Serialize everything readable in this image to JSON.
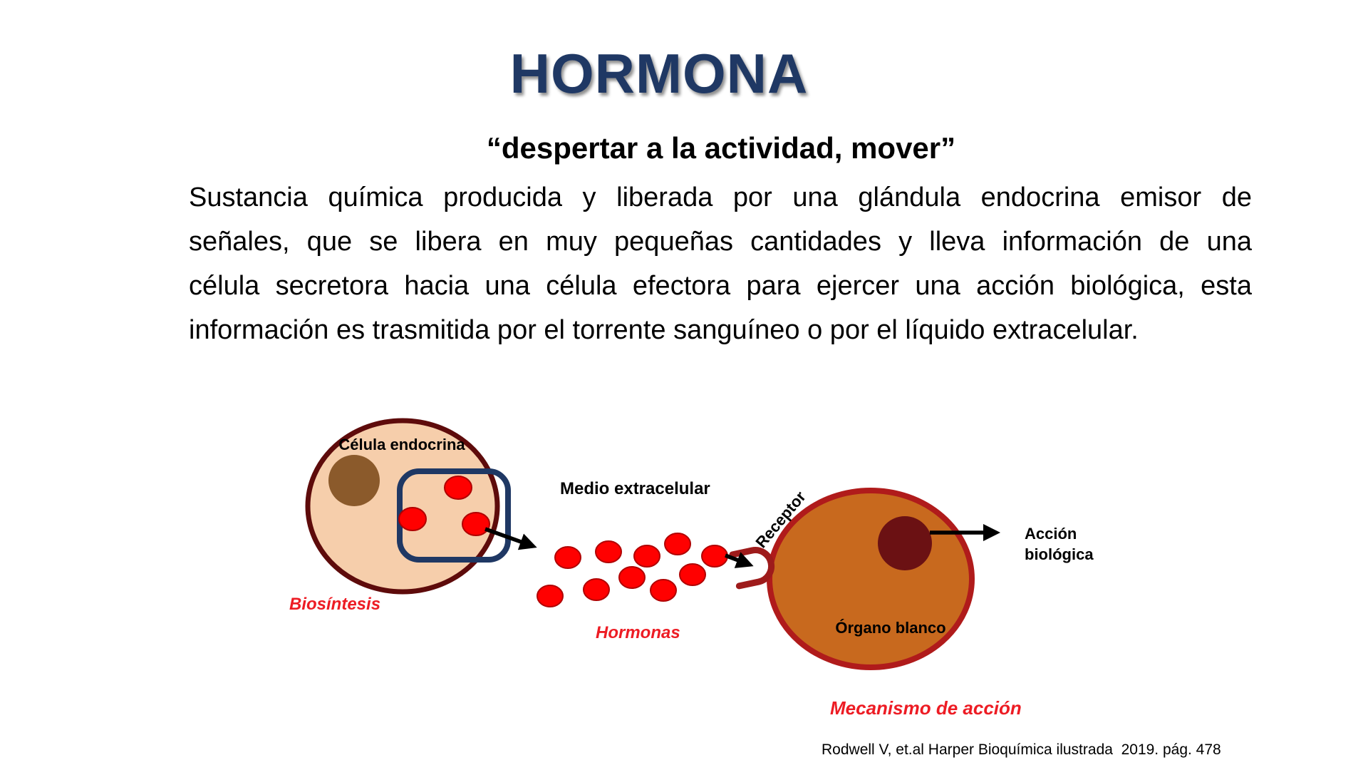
{
  "slide": {
    "title": "HORMONA",
    "subtitle": "“despertar a la actividad, mover”",
    "paragraph_lines": [
      "Sustancia química producida y liberada por una glándula endocrina emisor de",
      "señales, que se libera en muy pequeñas cantidades y lleva información de una",
      "célula secretora hacia una célula efectora para ejercer una acción biológica, esta",
      "información es trasmitida por el torrente sanguíneo o por el líquido extracelular."
    ],
    "citation": "Rodwell V, et.al Harper Bioquímica ilustrada  2019. pág. 478"
  },
  "diagram": {
    "labels": {
      "endocrine_cell": "Célula endocrina",
      "extracellular_medium": "Medio extracelular",
      "biosynthesis": "Biosíntesis",
      "hormones": "Hormonas",
      "receptor": "Receptor",
      "target_organ": "Órgano blanco",
      "biological_action": "Acción\nbiológica",
      "action_mechanism": "Mecanismo de acción"
    },
    "colors": {
      "title_navy": "#1F3864",
      "cell_fill": "#F6CEAB",
      "cell_border": "#5E0B0B",
      "cell_nucleus": "#8B5A2B",
      "vesicle_box": "#1F3864",
      "hormone_dot_fill": "#FF0000",
      "hormone_dot_border": "#B00000",
      "red_label": "#ED1C24",
      "organ_fill": "#C8691E",
      "organ_border": "#B01B1B",
      "organ_nucleus": "#6B1113",
      "receptor_stroke": "#9E1B1B",
      "arrow": "#000000"
    }
  }
}
